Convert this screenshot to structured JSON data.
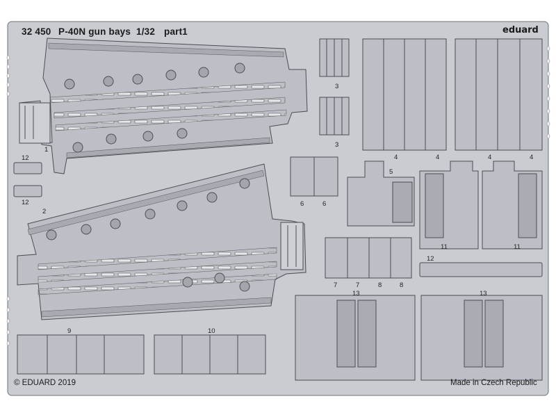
{
  "header": {
    "code": "32 450",
    "title": "P-40N gun bays",
    "scale": "1/32",
    "part": "part1",
    "brand": "eduard"
  },
  "footer": {
    "copyright": "© EDUARD 2019",
    "origin": "Made in Czech Republic"
  },
  "parts": {
    "p1": "1",
    "p2": "2",
    "p3a": "3",
    "p3b": "3",
    "p4a": "4",
    "p4b": "4",
    "p4c": "4",
    "p4d": "4",
    "p5": "5",
    "p6a": "6",
    "p6b": "6",
    "p7a": "7",
    "p7b": "7",
    "p8a": "8",
    "p8b": "8",
    "p9": "9",
    "p10": "10",
    "p11a": "11",
    "p11b": "11",
    "p12a": "12",
    "p12b": "12",
    "p12c": "12",
    "p13a": "13",
    "p13b": "13"
  },
  "colors": {
    "sheet": "#c8cbd0",
    "part": "#b9bcc2",
    "outline": "#4a4d52",
    "text": "#1a1a1a"
  }
}
